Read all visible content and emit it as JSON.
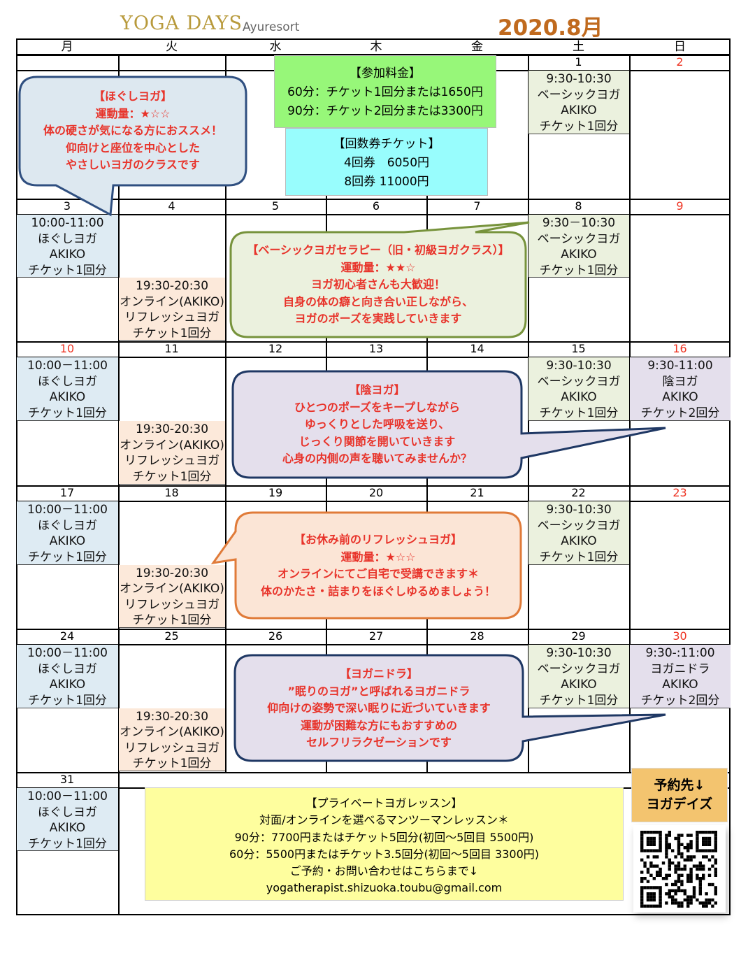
{
  "header": {
    "brand": "YOGA DAYS",
    "brand_sub": "Ayuresort",
    "month": "2020.8月"
  },
  "weekdays": [
    "月",
    "火",
    "水",
    "木",
    "金",
    "土",
    "日"
  ],
  "weeks": [
    {
      "dates": [
        "",
        "",
        "",
        "",
        "",
        "1",
        "2"
      ],
      "red": [
        6
      ],
      "events": [
        {
          "col": 5,
          "slot": "am",
          "kind": "sat",
          "lines": [
            "9:30-10:30",
            "ベーシックヨガ",
            "AKIKO",
            "チケット1回分"
          ]
        }
      ]
    },
    {
      "dates": [
        "3",
        "4",
        "5",
        "6",
        "7",
        "8",
        "9"
      ],
      "red": [
        6
      ],
      "events": [
        {
          "col": 0,
          "slot": "am",
          "kind": "mon",
          "lines": [
            "10:00-11:00",
            "ほぐしヨガ",
            "AKIKO",
            "チケット1回分"
          ]
        },
        {
          "col": 1,
          "slot": "pm",
          "kind": "tue",
          "lines": [
            "19:30-20:30",
            "オンライン(AKIKO)",
            "リフレッシュヨガ",
            "チケット1回分"
          ]
        },
        {
          "col": 5,
          "slot": "am",
          "kind": "sat",
          "lines": [
            "9:30－10:30",
            "ベーシックヨガ",
            "AKIKO",
            "チケット1回分"
          ]
        }
      ]
    },
    {
      "dates": [
        "10",
        "11",
        "12",
        "13",
        "14",
        "15",
        "16"
      ],
      "red": [
        0,
        6
      ],
      "events": [
        {
          "col": 0,
          "slot": "am",
          "kind": "mon",
          "lines": [
            "10:00－11:00",
            "ほぐしヨガ",
            "AKIKO",
            "チケット1回分"
          ]
        },
        {
          "col": 1,
          "slot": "pm",
          "kind": "tue",
          "lines": [
            "19:30-20:30",
            "オンライン(AKIKO)",
            "リフレッシュヨガ",
            "チケット1回分"
          ]
        },
        {
          "col": 5,
          "slot": "am",
          "kind": "sat",
          "lines": [
            "9:30-10:30",
            "ベーシックヨガ",
            "AKIKO",
            "チケット1回分"
          ]
        },
        {
          "col": 6,
          "slot": "am",
          "kind": "sun",
          "lines": [
            "9:30-11:00",
            "陰ヨガ",
            "AKIKO",
            "チケット2回分"
          ]
        }
      ]
    },
    {
      "dates": [
        "17",
        "18",
        "19",
        "20",
        "21",
        "22",
        "23"
      ],
      "red": [
        6
      ],
      "events": [
        {
          "col": 0,
          "slot": "am",
          "kind": "mon",
          "lines": [
            "10:00－11:00",
            "ほぐしヨガ",
            "AKIKO",
            "チケット1回分"
          ]
        },
        {
          "col": 1,
          "slot": "pm",
          "kind": "tue",
          "lines": [
            "19:30-20:30",
            "オンライン(AKIKO)",
            "リフレッシュヨガ",
            "チケット1回分"
          ]
        },
        {
          "col": 5,
          "slot": "am",
          "kind": "sat",
          "lines": [
            "9:30-10:30",
            "ベーシックヨガ",
            "AKIKO",
            "チケット1回分"
          ]
        }
      ]
    },
    {
      "dates": [
        "24",
        "25",
        "26",
        "27",
        "28",
        "29",
        "30"
      ],
      "red": [
        6
      ],
      "events": [
        {
          "col": 0,
          "slot": "am",
          "kind": "mon",
          "lines": [
            "10:00－11:00",
            "ほぐしヨガ",
            "AKIKO",
            "チケット1回分"
          ]
        },
        {
          "col": 1,
          "slot": "pm",
          "kind": "tue",
          "lines": [
            "19:30-20:30",
            "オンライン(AKIKO)",
            "リフレッシュヨガ",
            "チケット1回分"
          ]
        },
        {
          "col": 5,
          "slot": "am",
          "kind": "sat",
          "lines": [
            "9:30-10:30",
            "ベーシックヨガ",
            "AKIKO",
            "チケット1回分"
          ]
        },
        {
          "col": 6,
          "slot": "am",
          "kind": "sun",
          "lines": [
            "9:30-:11:00",
            "ヨガニドラ",
            "AKIKO",
            "チケット2回分"
          ]
        }
      ]
    },
    {
      "dates": [
        "31"
      ],
      "red": [],
      "events": [
        {
          "col": 0,
          "slot": "am",
          "kind": "mon",
          "lines": [
            "10:00－11:00",
            "ほぐしヨガ",
            "AKIKO",
            "チケット1回分"
          ]
        }
      ]
    }
  ],
  "fee": {
    "title": "【参加料金】",
    "lines": [
      "60分：チケット1回分または1650円",
      "90分：チケット2回分または3300円"
    ]
  },
  "tickets": {
    "title": "【回数券チケット】",
    "lines": [
      "4回券　6050円",
      "8回券 11000円"
    ]
  },
  "callouts": {
    "hogushi": [
      "【ほぐしヨガ】",
      "運動量：★☆☆",
      "体の硬さが気になる方におススメ！",
      "仰向けと座位を中心とした",
      "やさしいヨガのクラスです"
    ],
    "basic": [
      "【ベーシックヨガセラピー（旧・初級ヨガクラス）】",
      "運動量：★★☆",
      "ヨガ初心者さんも大歓迎！",
      "自身の体の癖と向き合い正しながら、",
      "ヨガのポーズを実践していきます"
    ],
    "yin": [
      "【陰ヨガ】",
      "ひとつのポーズをキープしながら",
      "ゆっくりとした呼吸を送り、",
      "じっくり関節を開いていきます",
      "心身の内側の声を聴いてみませんか？"
    ],
    "refresh": [
      "【お休み前のリフレッシュヨガ】",
      "運動量：★☆☆",
      "オンラインにてご自宅で受講できます＊",
      "体のかたさ・詰まりをほぐしゆるめましょう！"
    ],
    "nidra": [
      "【ヨガニドラ】",
      "”眠りのヨガ”と呼ばれるヨガニドラ",
      "仰向けの姿勢で深い眠りに近づいていきます",
      "運動が困難な方にもおすすめの",
      "セルフリラクゼーションです"
    ]
  },
  "private": [
    "【プライベートヨガレッスン】",
    "対面/オンラインを選べるマンツーマンレッスン＊",
    "90分：7700円またはチケット5回分(初回～5回目 5500円)",
    "60分：5500円またはチケット3.5回分(初回～5回目 3300円)",
    "ご予約・お問い合わせはこちらまで↓",
    "yogatherapist.shizuoka.toubu@gmail.com"
  ],
  "reserve": [
    "予約先↓",
    "ヨガデイズ"
  ],
  "colors": {
    "red": "#e8332a",
    "month": "#c06a1e",
    "brand": "#b89a3c"
  }
}
